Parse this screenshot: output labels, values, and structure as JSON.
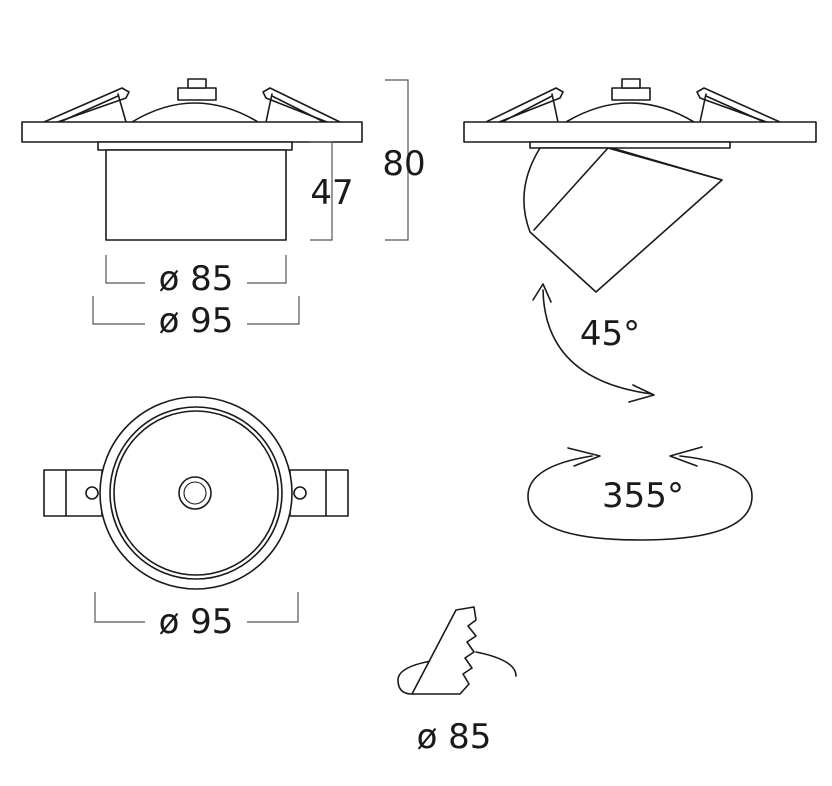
{
  "dimensions": {
    "side_total_height": "80",
    "side_body_height": "47",
    "side_body_diameter": "ø 85",
    "side_flange_diameter": "ø 95",
    "plan_diameter": "ø 95",
    "cutout_diameter": "ø 85"
  },
  "angles": {
    "tilt": "45°",
    "rotation": "355°"
  }
}
